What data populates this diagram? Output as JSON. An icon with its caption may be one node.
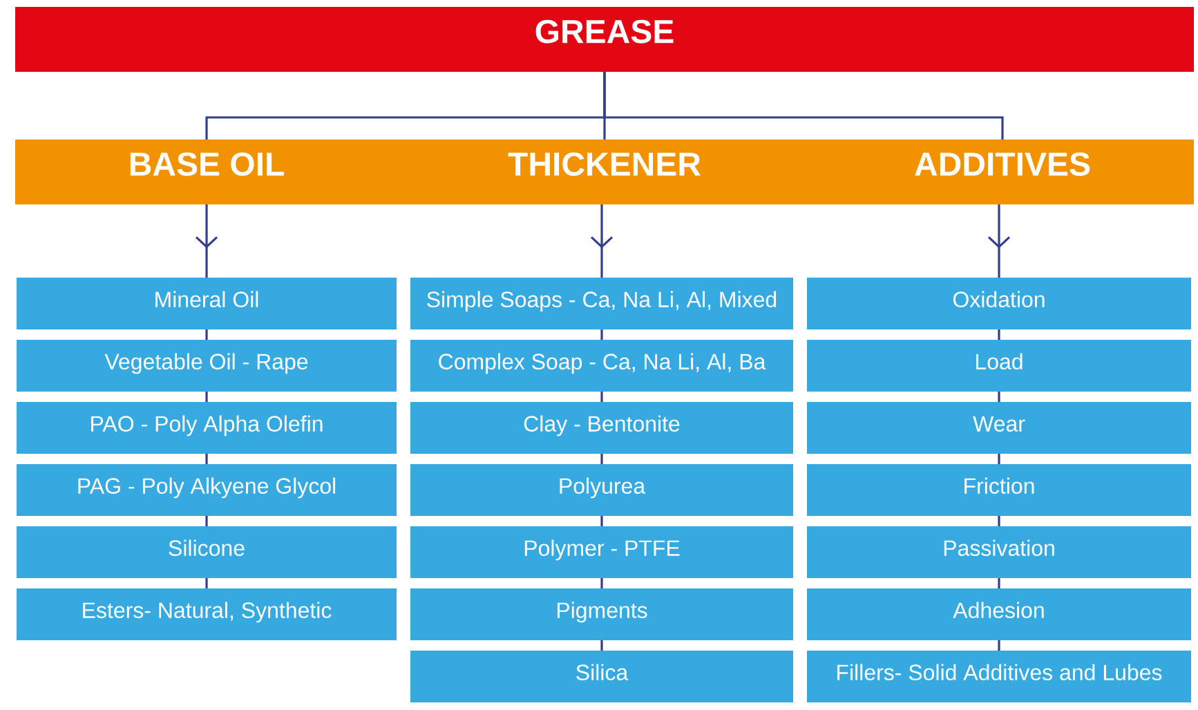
{
  "diagram": {
    "nodes": [
      {
        "text": [
          "GREASE"
        ]
      },
      {
        "text": [
          "BASE OIL"
        ]
      },
      {
        "text": [
          "THICKENER"
        ]
      },
      {
        "text": [
          "ADDITIVES"
        ]
      },
      {
        "text": [
          "Mineral Oil"
        ]
      },
      {
        "text": [
          "Vegetable Oil - Rape"
        ]
      },
      {
        "text": [
          "PAO - Poly Alpha Olefin"
        ]
      },
      {
        "text": [
          "PAG - Poly Alkyene Glycol"
        ]
      },
      {
        "text": [
          "Silicone"
        ]
      },
      {
        "text": [
          "Esters- Natural, Synthetic"
        ]
      },
      {
        "text": [
          "Simple Soaps - Ca, Na Li, Al, Mixed"
        ]
      },
      {
        "text": [
          "Complex Soap - Ca, Na Li, Al, Ba"
        ]
      },
      {
        "text": [
          "Clay - Bentonite"
        ]
      },
      {
        "text": [
          "Polyurea"
        ]
      },
      {
        "text": [
          "Polymer - PTFE"
        ]
      },
      {
        "text": [
          "Pigments"
        ]
      },
      {
        "text": [
          "Silica"
        ]
      },
      {
        "text": [
          "Oxidation"
        ]
      },
      {
        "text": [
          "Load"
        ]
      },
      {
        "text": [
          "Wear"
        ]
      },
      {
        "text": [
          "Friction"
        ]
      },
      {
        "text": [
          "Passivation"
        ]
      },
      {
        "text": [
          "Adhesion"
        ]
      },
      {
        "text": [
          "Fillers- Solid Additives and Lubes"
        ]
      }
    ],
    "edges": [
      {
        "from": 0,
        "to": 1,
        "arrow": "none"
      },
      {
        "from": 0,
        "to": 2,
        "arrow": "none"
      },
      {
        "from": 0,
        "to": 3,
        "arrow": "none"
      },
      {
        "from": 1,
        "to": 4,
        "arrow": "to"
      },
      {
        "from": 4,
        "to": 5,
        "arrow": "none"
      },
      {
        "from": 5,
        "to": 6,
        "arrow": "none"
      },
      {
        "from": 6,
        "to": 7,
        "arrow": "none"
      },
      {
        "from": 7,
        "to": 8,
        "arrow": "none"
      },
      {
        "from": 8,
        "to": 9,
        "arrow": "none"
      },
      {
        "from": 2,
        "to": 10,
        "arrow": "to"
      },
      {
        "from": 10,
        "to": 11,
        "arrow": "none"
      },
      {
        "from": 11,
        "to": 12,
        "arrow": "none"
      },
      {
        "from": 12,
        "to": 13,
        "arrow": "none"
      },
      {
        "from": 13,
        "to": 14,
        "arrow": "none"
      },
      {
        "from": 14,
        "to": 15,
        "arrow": "none"
      },
      {
        "from": 15,
        "to": 16,
        "arrow": "none"
      },
      {
        "from": 3,
        "to": 17,
        "arrow": "to"
      },
      {
        "from": 17,
        "to": 18,
        "arrow": "none"
      },
      {
        "from": 18,
        "to": 19,
        "arrow": "none"
      },
      {
        "from": 19,
        "to": 20,
        "arrow": "none"
      },
      {
        "from": 20,
        "to": 21,
        "arrow": "none"
      },
      {
        "from": 21,
        "to": 22,
        "arrow": "none"
      },
      {
        "from": 22,
        "to": 23,
        "arrow": "none"
      }
    ]
  }
}
